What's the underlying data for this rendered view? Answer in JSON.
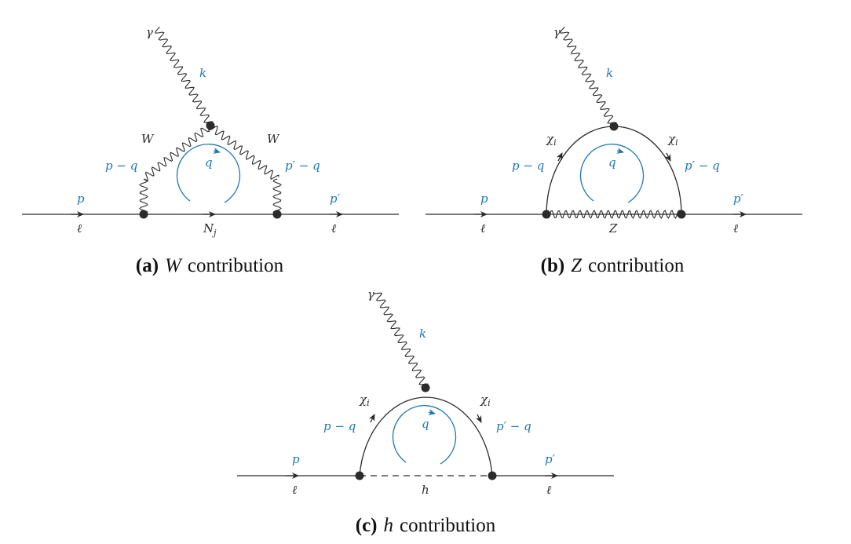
{
  "diagrams": {
    "a": {
      "caption_tag": "(a)",
      "caption_symbol": "W",
      "caption_text": "contribution",
      "photon": "γ",
      "photon_momentum": "k",
      "left_boson": "W",
      "right_boson": "W",
      "left_momentum": "p − q",
      "right_momentum": "p′ − q",
      "loop_momentum": "q",
      "incoming_momentum": "p",
      "outgoing_momentum": "p′",
      "incoming_particle": "ℓ",
      "outgoing_particle": "ℓ",
      "internal_line": "N",
      "internal_index": "j"
    },
    "b": {
      "caption_tag": "(b)",
      "caption_symbol": "Z",
      "caption_text": "contribution",
      "photon": "γ",
      "photon_momentum": "k",
      "left_boson": "χ",
      "left_index": "i",
      "right_boson": "χ",
      "right_index": "i",
      "left_momentum": "p − q",
      "right_momentum": "p′ − q",
      "loop_momentum": "q",
      "incoming_momentum": "p",
      "outgoing_momentum": "p′",
      "incoming_particle": "ℓ",
      "outgoing_particle": "ℓ",
      "internal_line": "Z"
    },
    "c": {
      "caption_tag": "(c)",
      "caption_symbol": "h",
      "caption_text": "contribution",
      "photon": "γ",
      "photon_momentum": "k",
      "left_boson": "χ",
      "left_index": "i",
      "right_boson": "χ",
      "right_index": "i",
      "left_momentum": "p − q",
      "right_momentum": "p′ − q",
      "loop_momentum": "q",
      "incoming_momentum": "p",
      "outgoing_momentum": "p′",
      "incoming_particle": "ℓ",
      "outgoing_particle": "ℓ",
      "internal_line": "h"
    }
  },
  "colors": {
    "momentum_label": "#1f77b4",
    "line": "#2b2b2b"
  }
}
